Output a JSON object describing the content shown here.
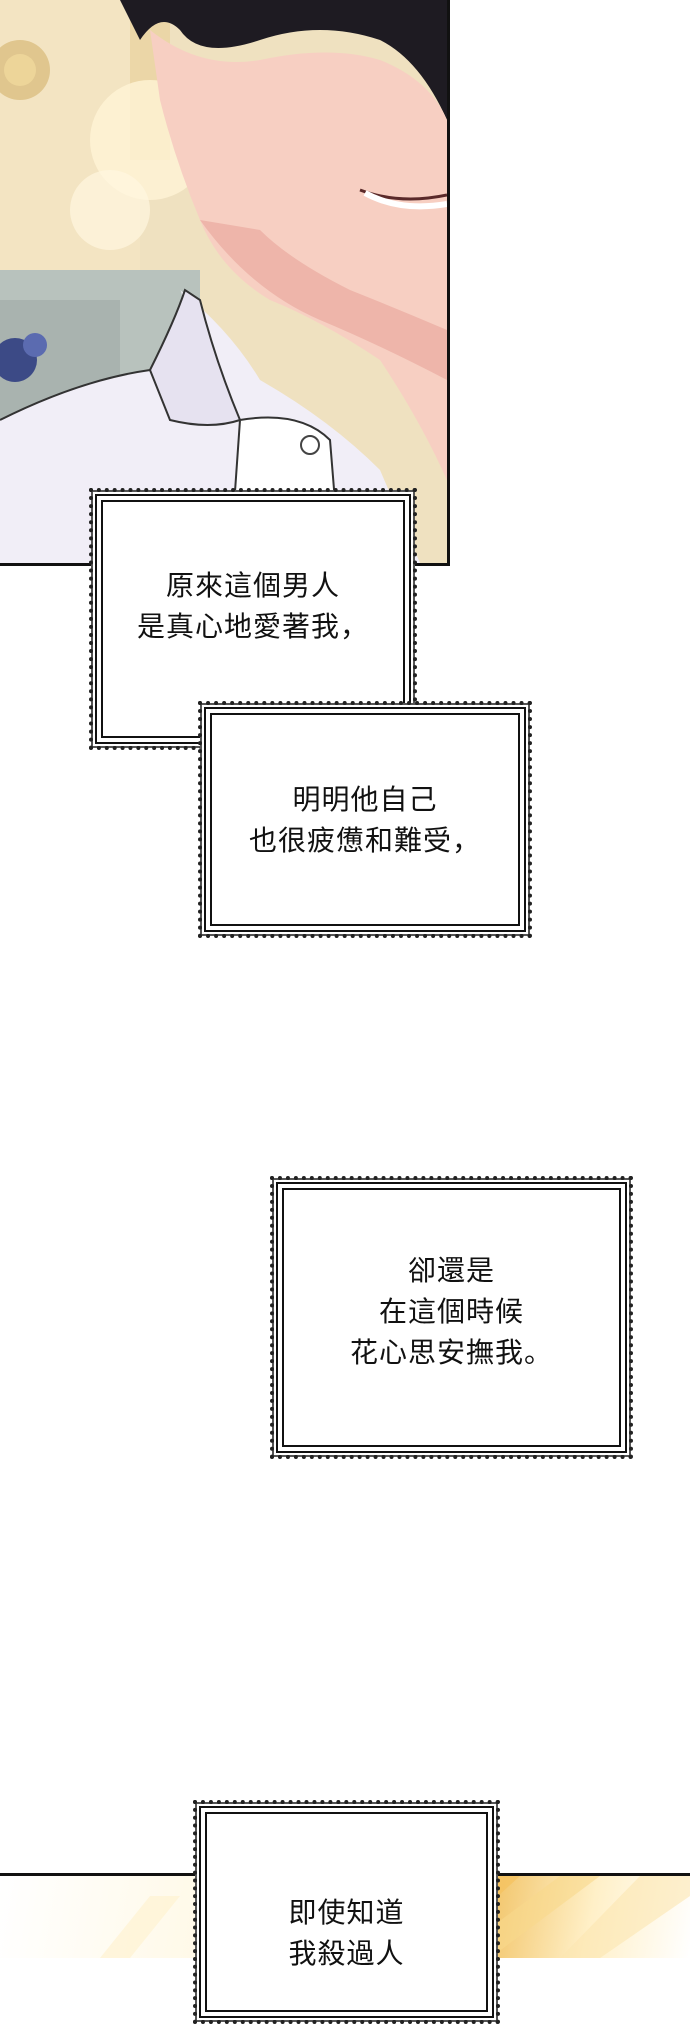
{
  "panels": [
    {
      "scene": "man-in-white-shirt-smiling-closeup"
    },
    {
      "scene": "golden-light-background"
    }
  ],
  "bubbles": [
    {
      "text": "原來這個男人\n是真心地愛著我，"
    },
    {
      "text": "明明他自己\n也很疲憊和難受，"
    },
    {
      "text": "卻還是\n在這個時候\n花心思安撫我。"
    },
    {
      "text": "即使知道\n我殺過人"
    }
  ]
}
